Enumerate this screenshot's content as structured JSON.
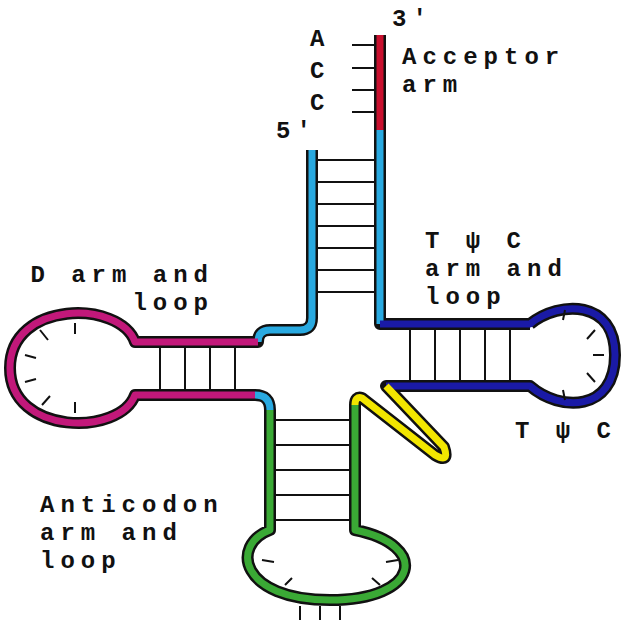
{
  "diagram": {
    "labels": [
      "3'",
      "A",
      "C",
      "C",
      "Acceptor arm",
      "5'",
      "D arm and loop",
      "T ψ C arm and loop",
      "T ψ C",
      "Anticodon arm and loop"
    ]
  }
}
